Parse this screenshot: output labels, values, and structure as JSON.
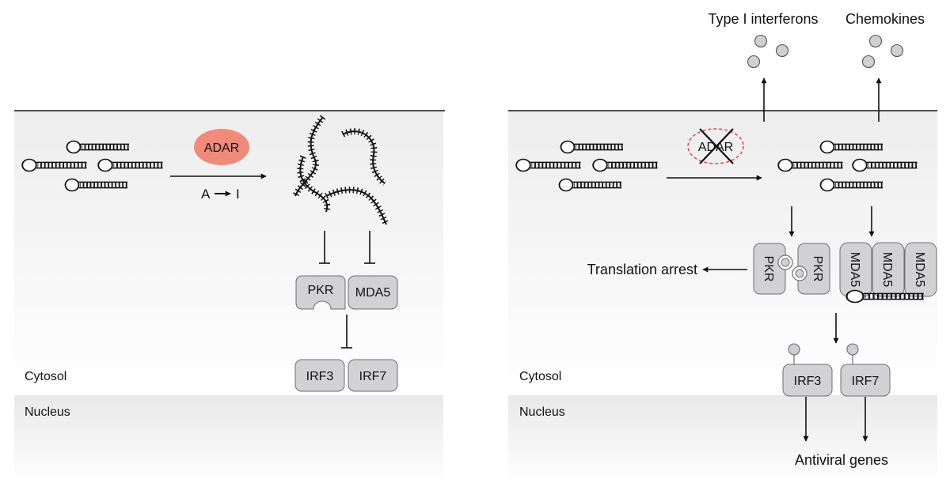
{
  "left_panel": {
    "enzyme": "ADAR",
    "conversion": {
      "from": "A",
      "to": "I"
    },
    "sensors": [
      "PKR",
      "MDA5"
    ],
    "factors": [
      "IRF3",
      "IRF7"
    ],
    "cytosol_label": "Cytosol",
    "nucleus_label": "Nucleus"
  },
  "right_panel": {
    "enzyme_knocked_out": "ADAR",
    "outputs": [
      "Type I interferons",
      "Chemokines"
    ],
    "pkr_dimer": [
      "PKR",
      "PKR"
    ],
    "mda5_filament": [
      "MDA5",
      "MDA5",
      "MDA5"
    ],
    "translation_label": "Translation arrest",
    "factors": [
      "IRF3",
      "IRF7"
    ],
    "genes_label": "Antiviral genes",
    "cytosol_label": "Cytosol",
    "nucleus_label": "Nucleus"
  },
  "colors": {
    "adar_fill": "#f08a7a",
    "adar_ko_dash": "#d9534f",
    "protein_fill": "#d2d2d4",
    "cytosol_top": "#ededee",
    "nucleus_top": "#e9e9ea"
  }
}
